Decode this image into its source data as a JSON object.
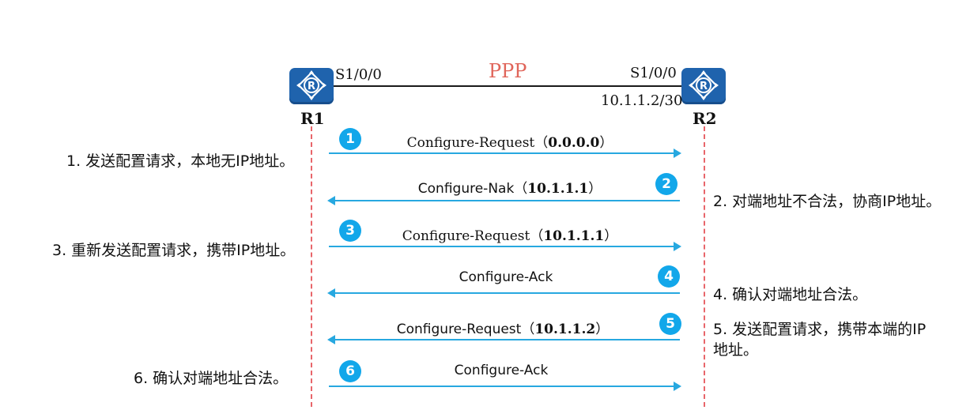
{
  "link": {
    "protocol": "PPP"
  },
  "r1": {
    "name": "R1",
    "port": "S1/0/0"
  },
  "r2": {
    "name": "R2",
    "port": "S1/0/0",
    "ip": "10.1.1.2/30"
  },
  "messages": [
    {
      "step": "1",
      "text": "Configure-Request",
      "open": "（",
      "value": "0.0.0.0",
      "close": "）",
      "direction": "R1-to-R2"
    },
    {
      "step": "2",
      "text": "Configure-Nak",
      "open": "（",
      "value": "10.1.1.1",
      "close": "）",
      "direction": "R2-to-R1"
    },
    {
      "step": "3",
      "text": "Configure-Request",
      "open": "（",
      "value": "10.1.1.1",
      "close": "）",
      "direction": "R1-to-R2"
    },
    {
      "step": "4",
      "text": "Configure-Ack",
      "direction": "R2-to-R1"
    },
    {
      "step": "5",
      "text": "Configure-Request",
      "open": "（",
      "value": "10.1.1.2",
      "close": "）",
      "direction": "R2-to-R1"
    },
    {
      "step": "6",
      "text": "Configure-Ack",
      "direction": "R1-to-R2"
    }
  ],
  "notes": {
    "n1": "1. 发送配置请求，本地无IP地址。",
    "n2": "2. 对端地址不合法，协商IP地址。",
    "n3": "3. 重新发送配置请求，携带IP地址。",
    "n4": "4. 确认对端地址合法。",
    "n5_line1": "5. 发送配置请求，携带本端的IP",
    "n5_line2": "地址。",
    "n6": "6. 确认对端地址合法。"
  },
  "colors": {
    "arrow": "#27a8e0",
    "step_badge": "#12a7ea",
    "router": "#1f63ad",
    "lifeline": "#e8656a",
    "protocol": "#e0655a"
  }
}
